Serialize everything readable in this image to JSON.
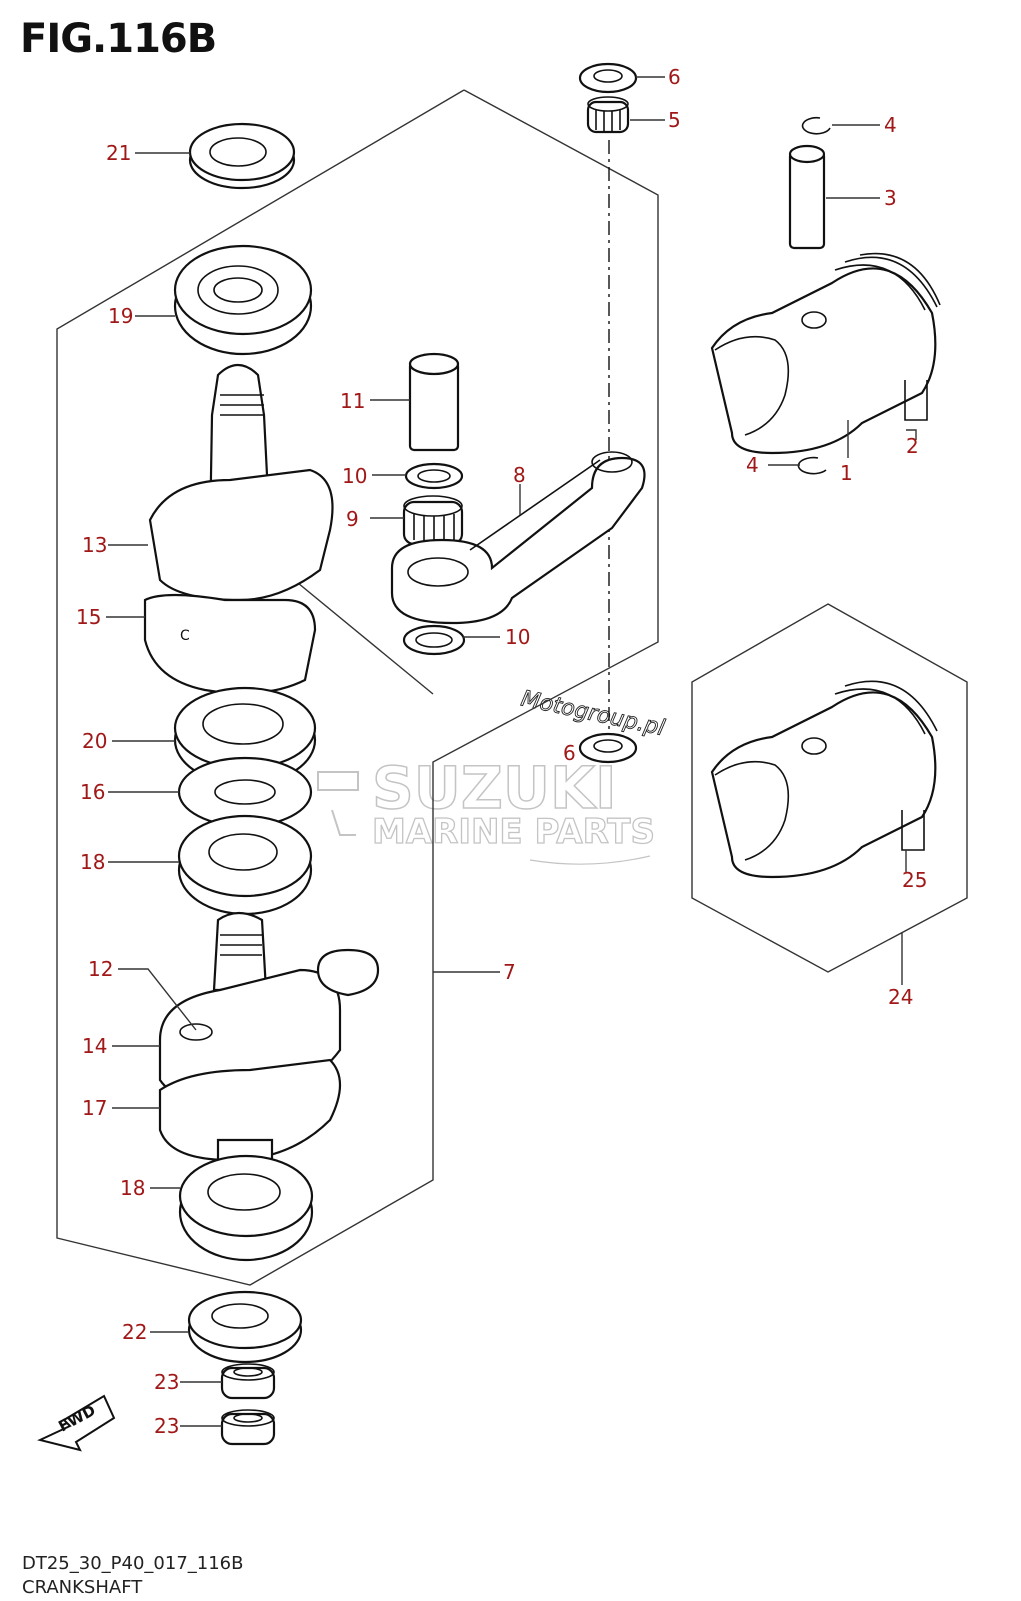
{
  "figure": {
    "title": "FIG.116B",
    "code": "DT25_30_P40_017_116B",
    "name": "CRANKSHAFT"
  },
  "watermark": {
    "site": "Motogroup.pl",
    "brand": "SUZUKI",
    "sub": "MARINE PARTS"
  },
  "fwd_label": "FWD",
  "callouts": [
    {
      "id": "c1",
      "label": "1"
    },
    {
      "id": "c2",
      "label": "2"
    },
    {
      "id": "c3",
      "label": "3"
    },
    {
      "id": "c4a",
      "label": "4"
    },
    {
      "id": "c4b",
      "label": "4"
    },
    {
      "id": "c5",
      "label": "5"
    },
    {
      "id": "c6a",
      "label": "6"
    },
    {
      "id": "c6b",
      "label": "6"
    },
    {
      "id": "c7",
      "label": "7"
    },
    {
      "id": "c8",
      "label": "8"
    },
    {
      "id": "c9",
      "label": "9"
    },
    {
      "id": "c10a",
      "label": "10"
    },
    {
      "id": "c10b",
      "label": "10"
    },
    {
      "id": "c11",
      "label": "11"
    },
    {
      "id": "c12",
      "label": "12"
    },
    {
      "id": "c13",
      "label": "13"
    },
    {
      "id": "c14",
      "label": "14"
    },
    {
      "id": "c15",
      "label": "15"
    },
    {
      "id": "c16",
      "label": "16"
    },
    {
      "id": "c17",
      "label": "17"
    },
    {
      "id": "c18a",
      "label": "18"
    },
    {
      "id": "c18b",
      "label": "18"
    },
    {
      "id": "c19",
      "label": "19"
    },
    {
      "id": "c20",
      "label": "20"
    },
    {
      "id": "c21",
      "label": "21"
    },
    {
      "id": "c22",
      "label": "22"
    },
    {
      "id": "c23a",
      "label": "23"
    },
    {
      "id": "c23b",
      "label": "23"
    },
    {
      "id": "c24",
      "label": "24"
    },
    {
      "id": "c25",
      "label": "25"
    }
  ]
}
